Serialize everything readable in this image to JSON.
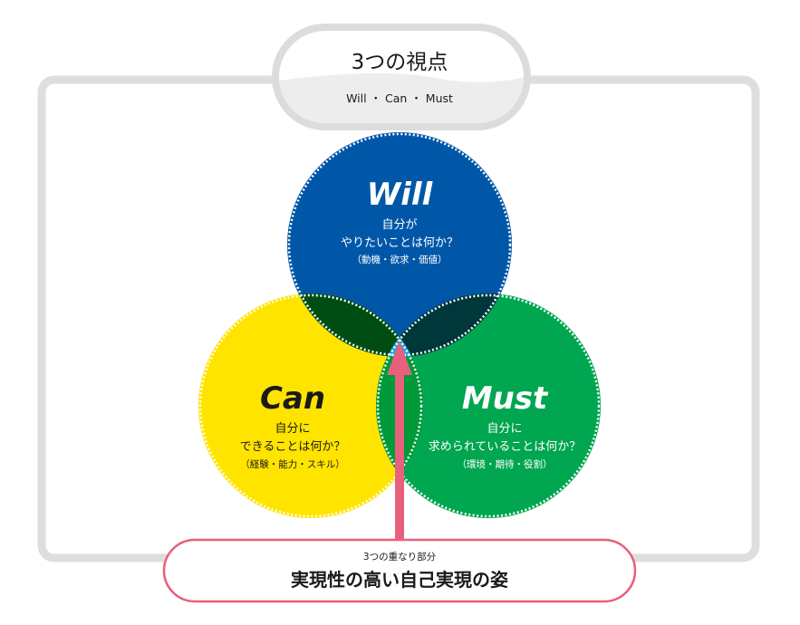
{
  "header": {
    "title": "3つの視点",
    "subtitle": "Will ・ Can ・ Must"
  },
  "circles": {
    "will": {
      "heading": "Will",
      "line1": "自分が",
      "line2": "やりたいことは何か？",
      "note": "（動機・欲求・価値）",
      "color": "#0057a8"
    },
    "can": {
      "heading": "Can",
      "line1": "自分に",
      "line2": "できることは何か？",
      "note": "（経験・能力・スキル）",
      "color": "#ffe400"
    },
    "must": {
      "heading": "Must",
      "line1": "自分に",
      "line2": "求められていることは何か？",
      "note": "（環境・期待・役割）",
      "color": "#00a650"
    }
  },
  "intersections": {
    "will_can": "#004d14",
    "will_must": "#00373a",
    "can_must": "#009a38",
    "center": "#1fa3e0"
  },
  "result": {
    "caption": "3つの重なり部分",
    "label": "実現性の高い自己実現の姿",
    "accent": "#e8607c"
  }
}
